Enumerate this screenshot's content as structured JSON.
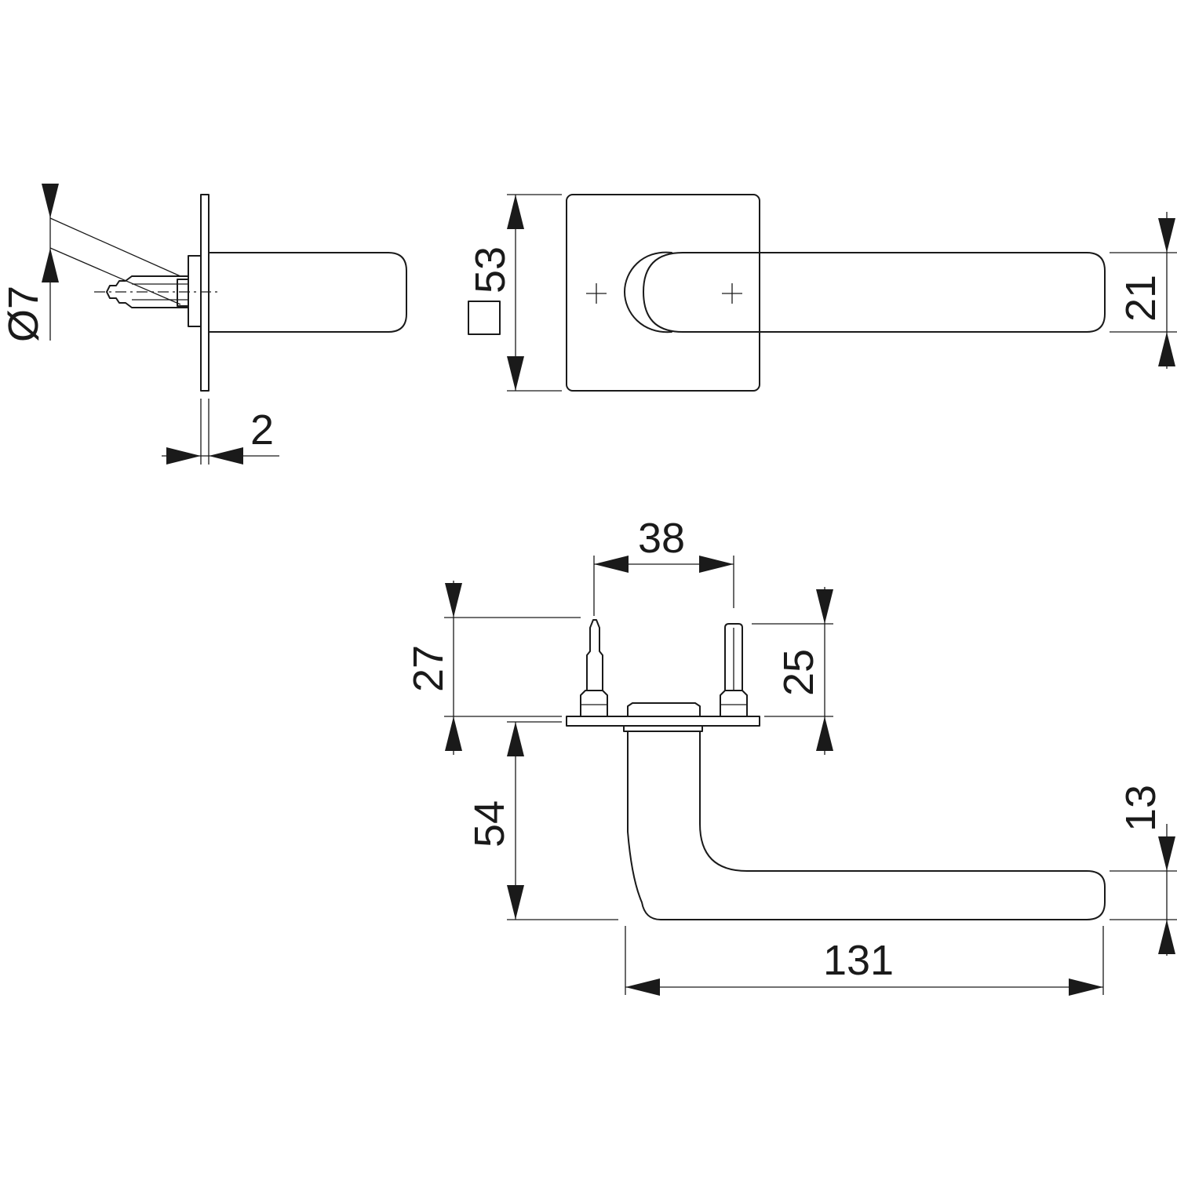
{
  "dimensions": {
    "spindle_diameter": "Ø7",
    "rose_thickness": "2",
    "rose_square_size": "53",
    "lever_height": "21",
    "fixing_distance": "38",
    "fixing_screw_length": "27",
    "fixing_pin_length": "25",
    "projection": "54",
    "lever_end_thickness": "13",
    "lever_length": "131"
  },
  "symbols": {
    "square_symbol": "square-symbol-icon"
  },
  "colors": {
    "line": "#1a1a1a",
    "background": "#ffffff"
  }
}
